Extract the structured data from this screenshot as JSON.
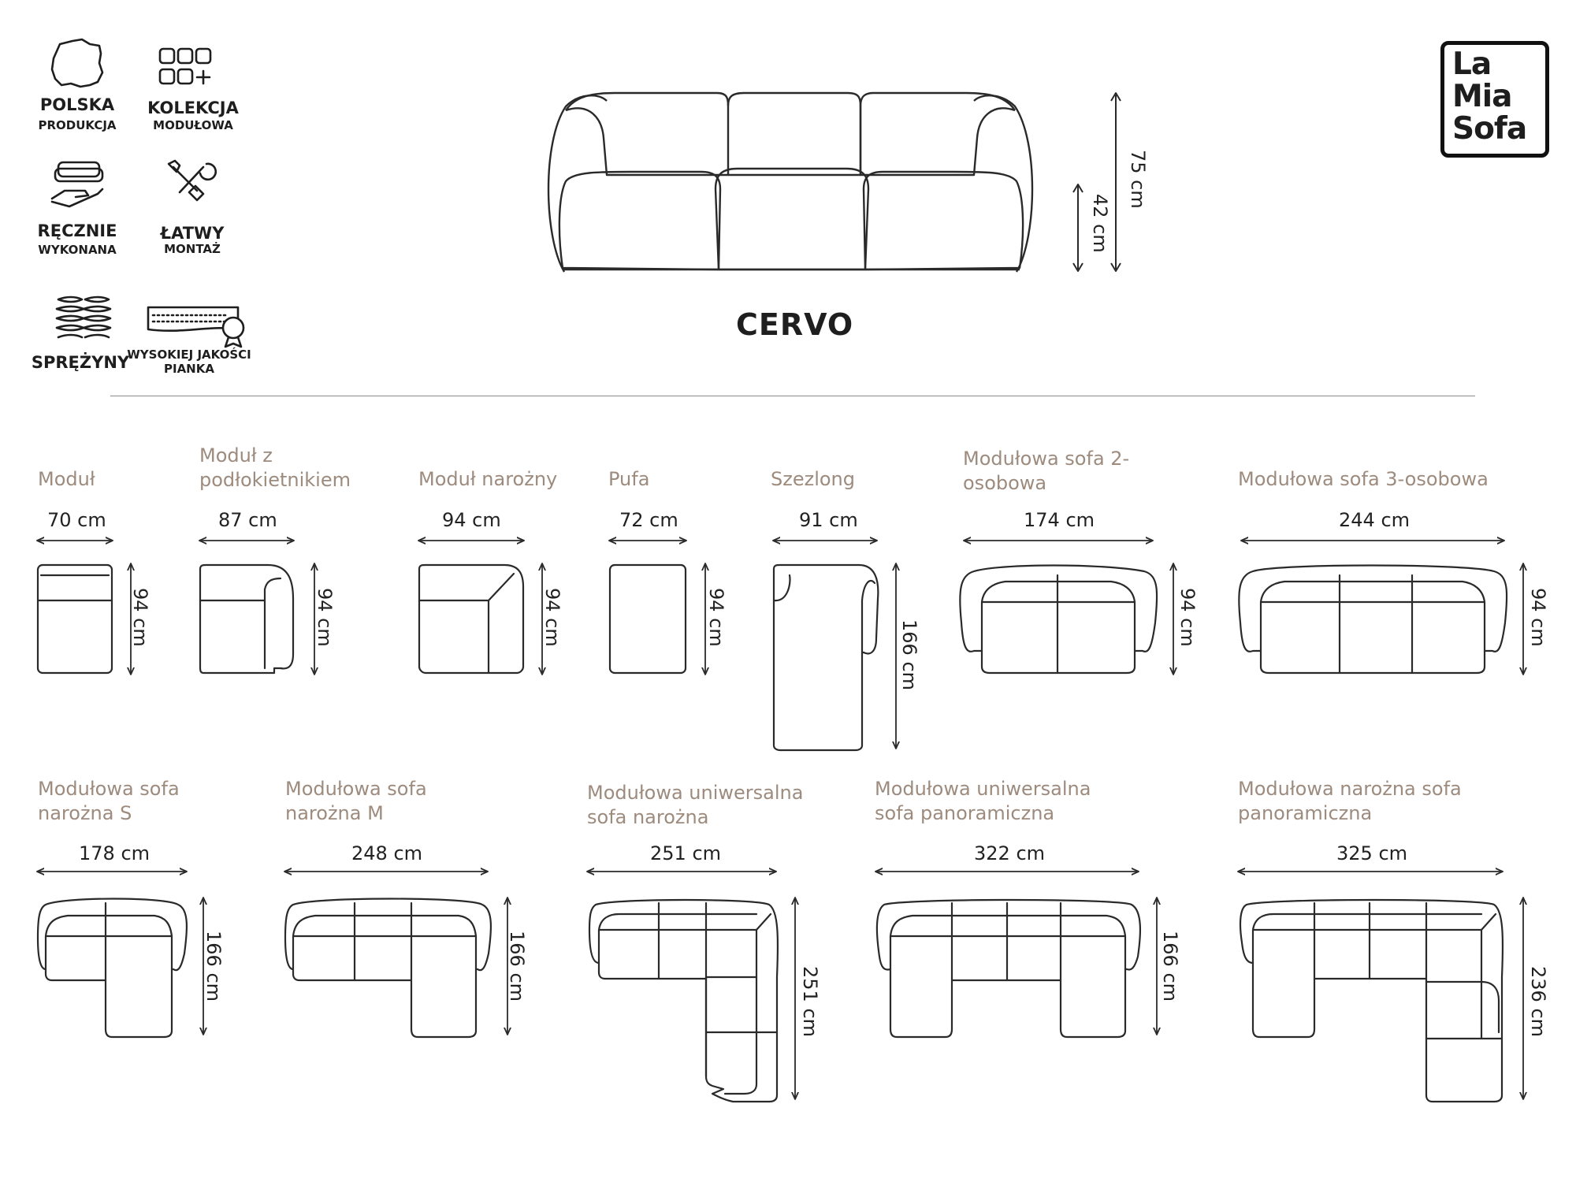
{
  "brand": {
    "logo": [
      "La",
      "Mia",
      "Sofa"
    ]
  },
  "product_name": "CERVO",
  "features": [
    {
      "id": "polska",
      "icon": "poland-map-icon",
      "title": "POLSKA",
      "subtitle": "PRODUKCJA"
    },
    {
      "id": "kolekcja",
      "icon": "modules-grid-icon",
      "title": "KOLEKCJA",
      "subtitle": "MODUŁOWA"
    },
    {
      "id": "recznie",
      "icon": "hand-sofa-icon",
      "title": "RĘCZNIE",
      "subtitle": "WYKONANA"
    },
    {
      "id": "latwy",
      "icon": "tools-icon",
      "title": "ŁATWY",
      "subtitle": "MONTAŻ"
    },
    {
      "id": "sprezyny",
      "icon": "springs-icon",
      "title": "SPRĘŻYNY",
      "subtitle": ""
    },
    {
      "id": "pianka",
      "icon": "foam-quality-icon",
      "title": "",
      "subtitle": "WYSOKIEJ JAKOŚCI PIANKA"
    }
  ],
  "front_view": {
    "height_total": "75 cm",
    "seat_height": "42 cm"
  },
  "modules": [
    {
      "name": "Moduł",
      "width": "70 cm",
      "depth": "94 cm"
    },
    {
      "name": "Moduł z podłokietnikiem",
      "width": "87 cm",
      "depth": "94 cm"
    },
    {
      "name": "Moduł narożny",
      "width": "94 cm",
      "depth": "94 cm"
    },
    {
      "name": "Pufa",
      "width": "72 cm",
      "depth": "94 cm"
    },
    {
      "name": "Szezlong",
      "width": "91 cm",
      "depth": "166 cm"
    },
    {
      "name": "Modułowa sofa 2-osobowa",
      "width": "174 cm",
      "depth": "94 cm"
    },
    {
      "name": "Modułowa sofa 3-osobowa",
      "width": "244 cm",
      "depth": "94 cm"
    },
    {
      "name": "Modułowa sofa narożna S",
      "width": "178 cm",
      "depth": "166 cm"
    },
    {
      "name": "Modułowa sofa narożna M",
      "width": "248 cm",
      "depth": "166 cm"
    },
    {
      "name": "Modułowa uniwersalna sofa narożna",
      "width": "251 cm",
      "depth": "251 cm"
    },
    {
      "name": "Modułowa uniwersalna sofa panoramiczna",
      "width": "322 cm",
      "depth": "166 cm"
    },
    {
      "name": "Modułowa narożna sofa panoramiczna",
      "width": "325 cm",
      "depth": "236 cm"
    }
  ],
  "colors": {
    "text": "#1e1e1e",
    "module_title": "#9d8b7e",
    "stroke": "#2a2a2a",
    "divider": "#8a8a8a"
  }
}
